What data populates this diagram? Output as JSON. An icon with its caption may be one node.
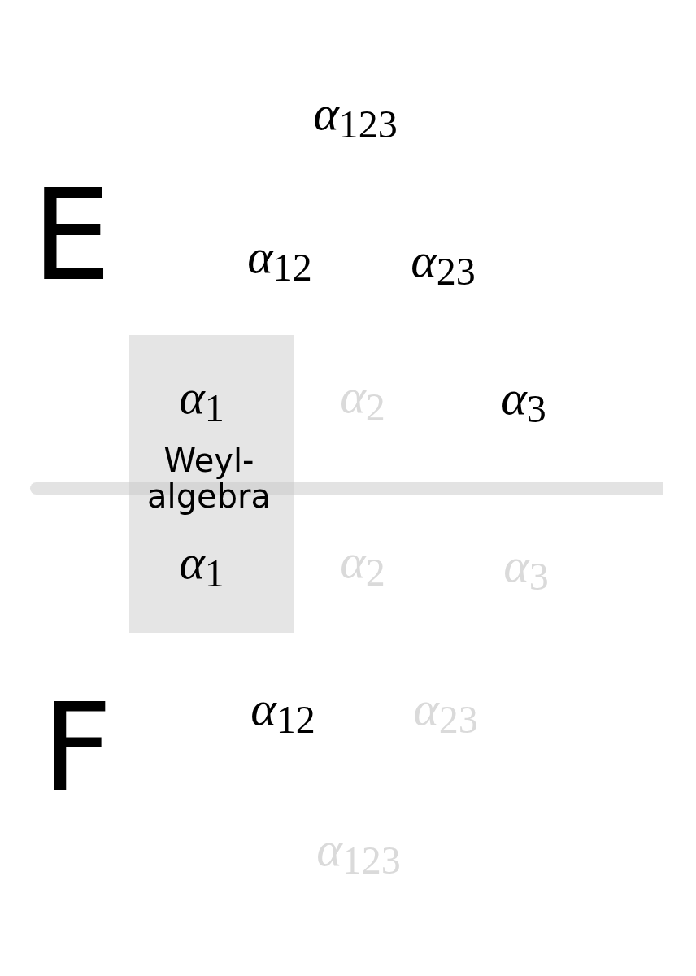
{
  "diagram": {
    "nodes": [
      {
        "text": [
          "*α*$_{1}$",
          "Weyl-algebra",
          "*α*$_{1}$"
        ]
      },
      {
        "text": [],
        "shape": "bar"
      }
    ],
    "labels": [
      "*α*$_{123}$",
      "E",
      "*α*$_{12}$",
      "*α*$_{23}$",
      "*α*$_{2}$",
      "*α*$_{3}$",
      "*α*$_{2}$",
      "*α*$_{3}$",
      "F",
      "*α*$_{12}$",
      "*α*$_{23}$",
      "*α*$_{123}$"
    ]
  }
}
